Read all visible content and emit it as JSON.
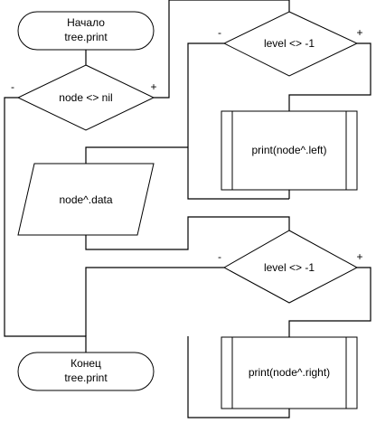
{
  "flowchart": {
    "start": {
      "line1": "Начало",
      "line2": "tree.print"
    },
    "end": {
      "line1": "Конец",
      "line2": "tree.print"
    },
    "decision_node": {
      "text": "node <> nil",
      "minus": "-",
      "plus": "+"
    },
    "decision_level_top": {
      "text": "level <> -1",
      "minus": "-",
      "plus": "+"
    },
    "decision_level_bottom": {
      "text": "level <> -1",
      "minus": "-",
      "plus": "+"
    },
    "process_left": {
      "text": "print(node^.left)"
    },
    "io_data": {
      "text": "node^.data"
    },
    "process_right": {
      "text": "print(node^.right)"
    }
  }
}
